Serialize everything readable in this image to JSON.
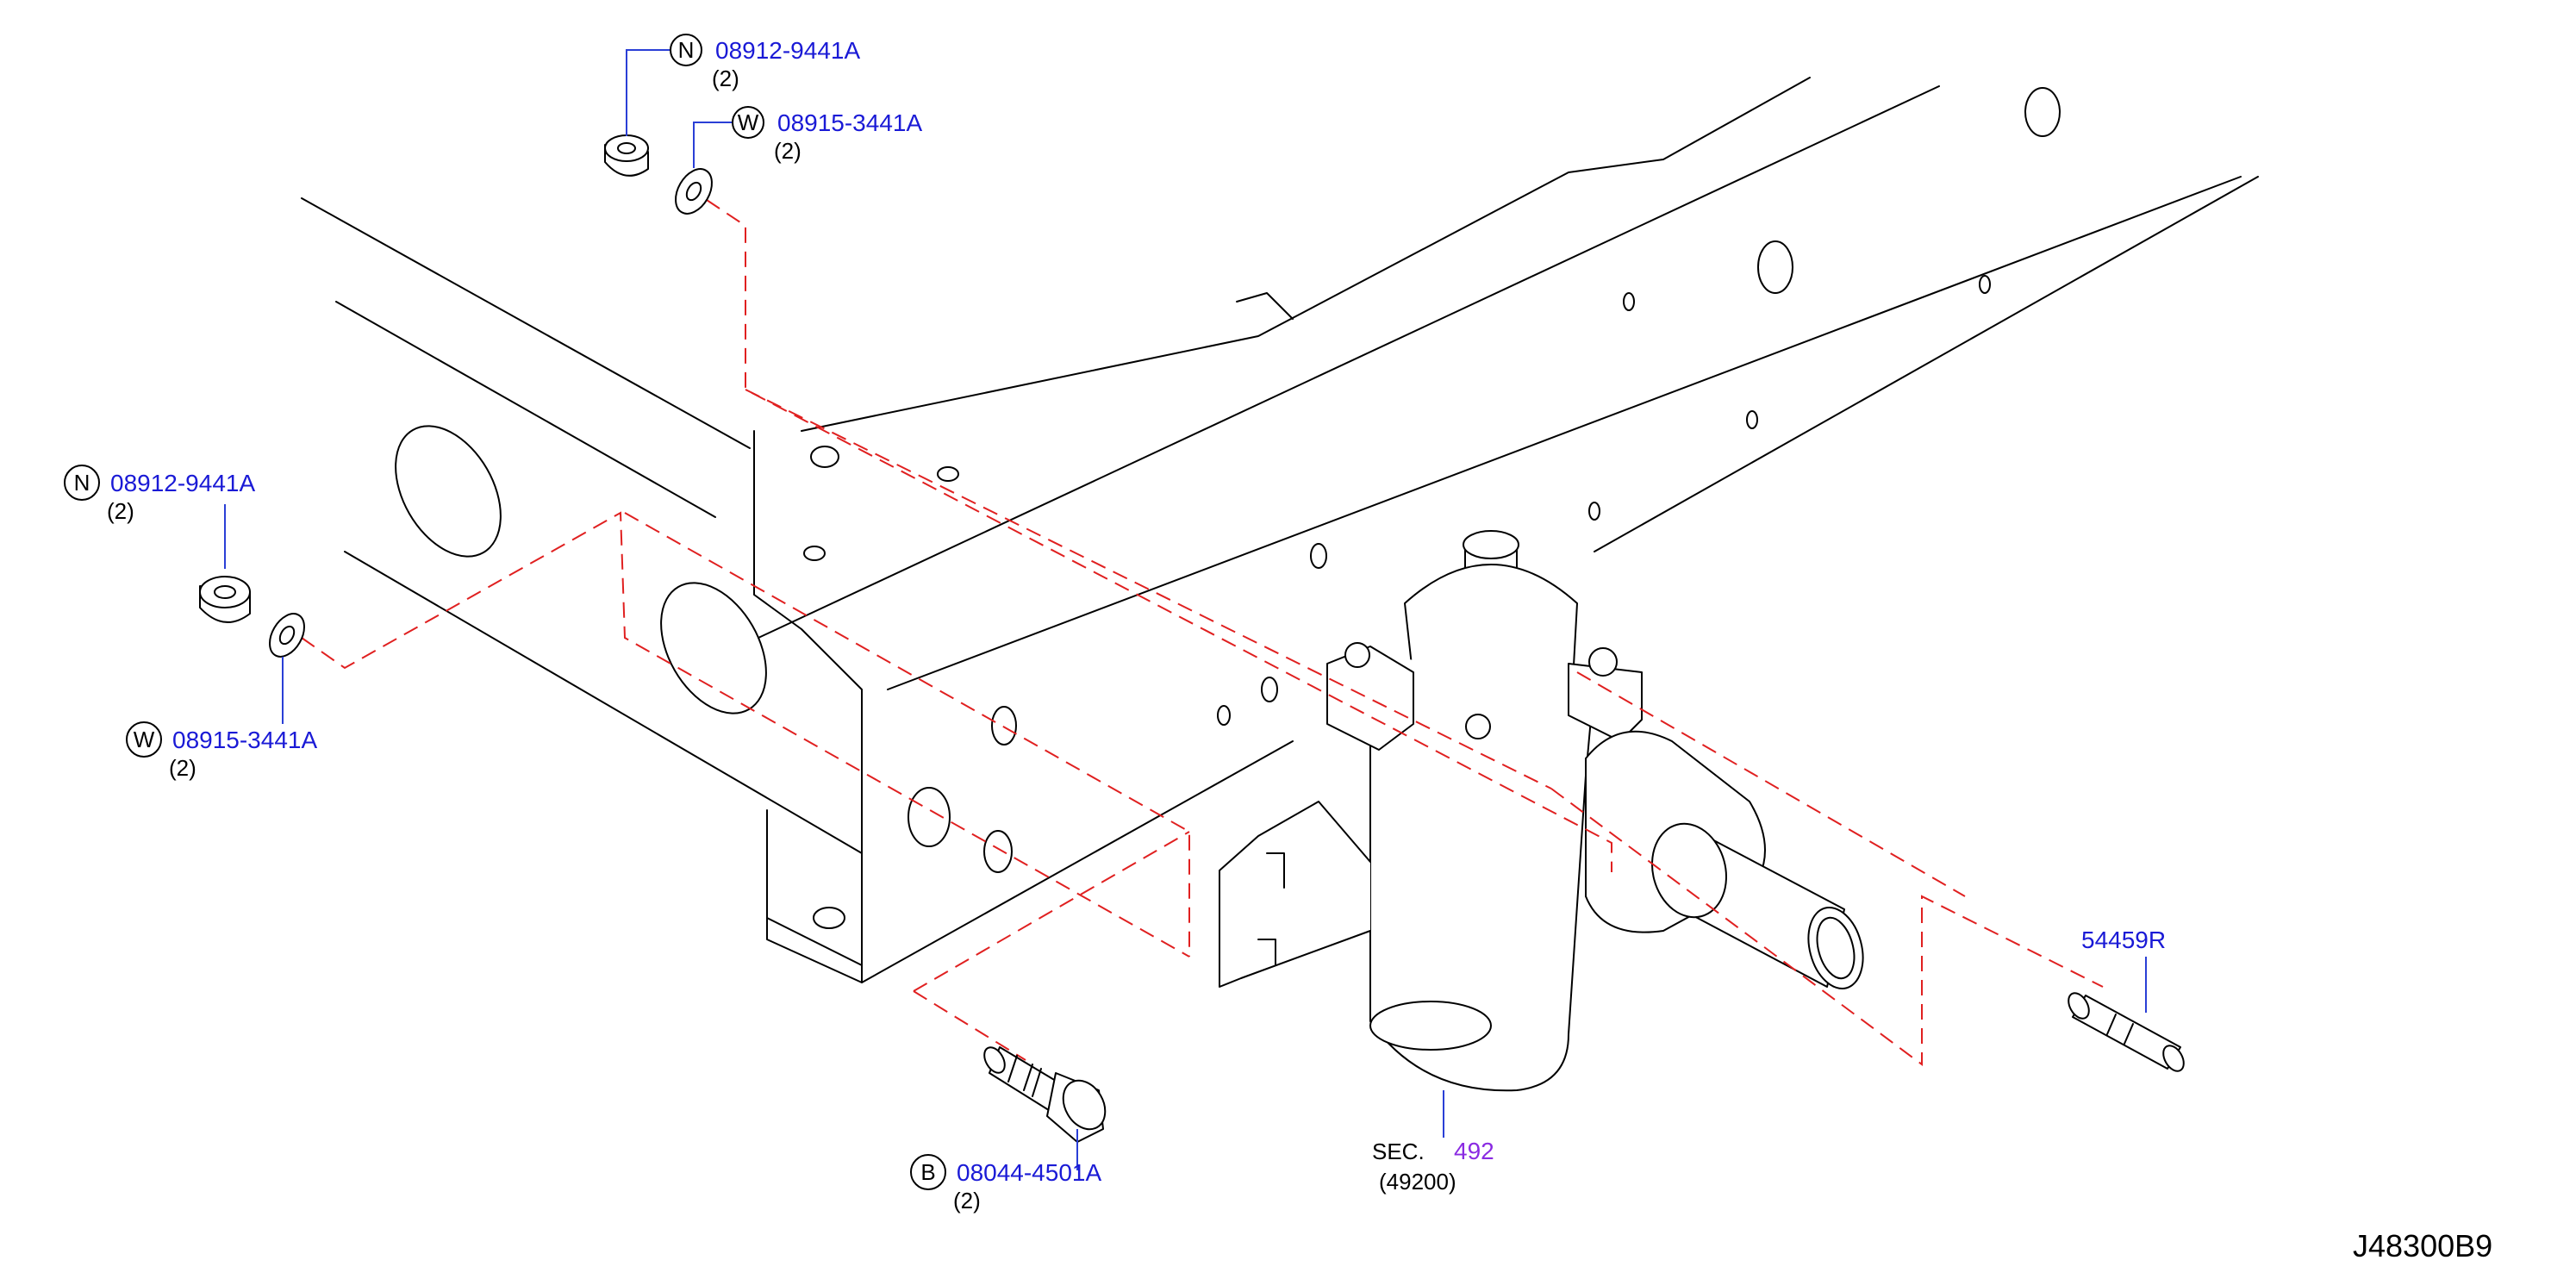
{
  "colors": {
    "part_number": "#1a1ad6",
    "section_number": "#8a2be2",
    "leader": "#2a3fd6",
    "dashed_line": "#e02020",
    "drawing": "#000000"
  },
  "callouts": {
    "nut_top": {
      "badge": "N",
      "part_no": "08912-9441A",
      "qty": "(2)"
    },
    "washer_top": {
      "badge": "W",
      "part_no": "08915-3441A",
      "qty": "(2)"
    },
    "nut_left": {
      "badge": "N",
      "part_no": "08912-9441A",
      "qty": "(2)"
    },
    "washer_left": {
      "badge": "W",
      "part_no": "08915-3441A",
      "qty": "(2)"
    },
    "bolt": {
      "badge": "B",
      "part_no": "08044-4501A",
      "qty": "(2)"
    },
    "pin": {
      "part_no": "54459R"
    },
    "gear": {
      "sec_label": "SEC.",
      "sec_number": "492",
      "ref": "(49200)"
    }
  },
  "diagram_id": "J48300B9"
}
